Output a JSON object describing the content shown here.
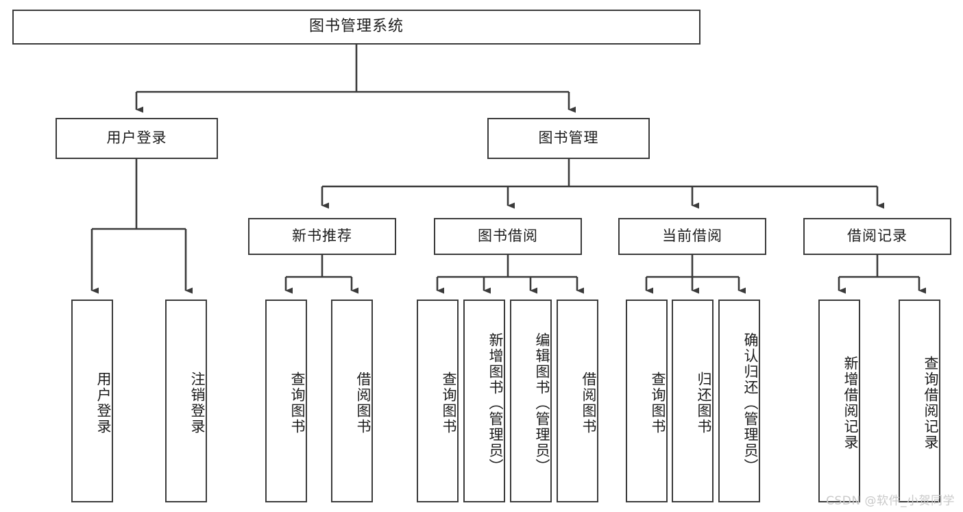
{
  "diagram": {
    "title": "图书管理系统",
    "type": "functional-structure-tree",
    "colors": {
      "box_border": "#3a3a3a",
      "box_fill": "#ffffff",
      "connector": "#3a3a3a",
      "text": "#1b1b1b",
      "watermark": "#c9c9c9",
      "background": "#ffffff"
    },
    "root": {
      "label": "图书管理系统"
    },
    "level2": [
      {
        "label": "用户登录"
      },
      {
        "label": "图书管理"
      }
    ],
    "level3": [
      {
        "label": "新书推荐"
      },
      {
        "label": "图书借阅"
      },
      {
        "label": "当前借阅"
      },
      {
        "label": "借阅记录"
      }
    ],
    "leaves": {
      "user_login": [
        {
          "label": "用户登录"
        },
        {
          "label": "注销登录"
        }
      ],
      "new_book_recommend": [
        {
          "label": "查询图书"
        },
        {
          "label": "借阅图书"
        }
      ],
      "book_borrow": [
        {
          "label": "查询图书"
        },
        {
          "label": "新增图书（管理员）"
        },
        {
          "label": "编辑图书（管理员）"
        },
        {
          "label": "借阅图书"
        }
      ],
      "current_borrow": [
        {
          "label": "查询图书"
        },
        {
          "label": "归还图书"
        },
        {
          "label": "确认归还（管理员）"
        }
      ],
      "borrow_record": [
        {
          "label": "新增借阅记录"
        },
        {
          "label": "查询借阅记录"
        }
      ]
    }
  },
  "watermark": {
    "text": "CSDN @软件_小贺同学"
  }
}
